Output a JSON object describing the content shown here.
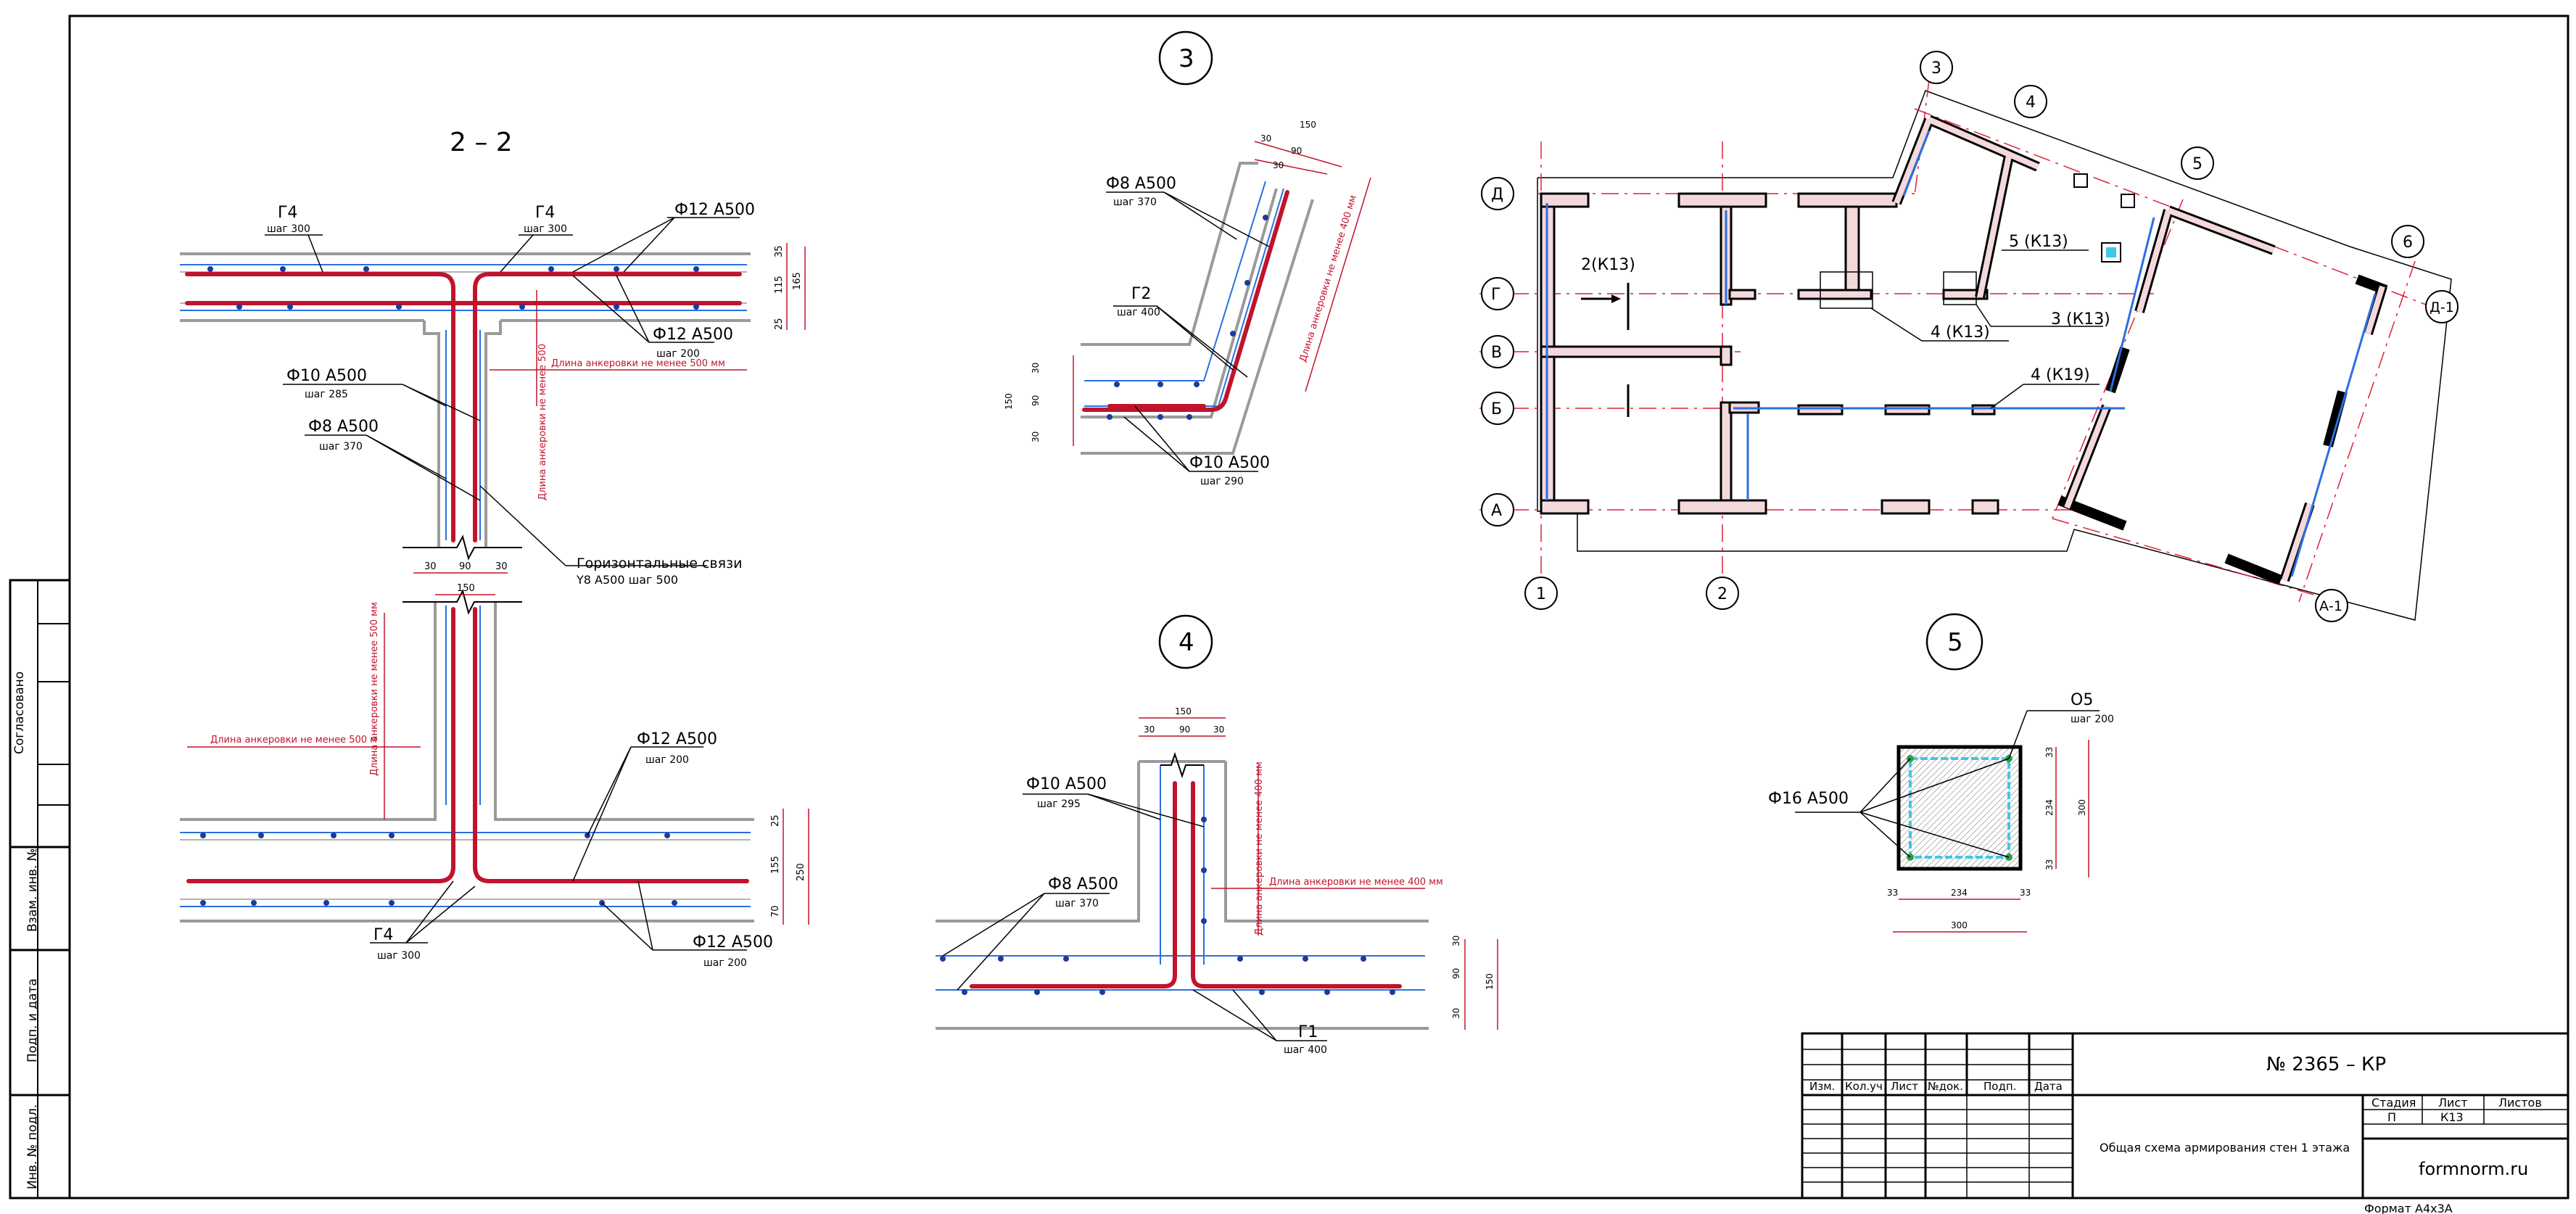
{
  "side_stamp": {
    "approved": "Согласовано",
    "inv_replaced": "Взам. инв. №",
    "sign_date": "Подп. и дата",
    "inv_orig": "Инв. № подл."
  },
  "section_2_2": {
    "title": "2 – 2",
    "top_g4_left": "Г4",
    "top_g4_left_step": "шаг 300",
    "top_g4_mid": "Г4",
    "top_g4_mid_step": "шаг 300",
    "top_phi12_a": "Ф12 А500",
    "top_phi12_b": "Ф12 А500",
    "top_phi12_b_step": "шаг 200",
    "anchor_h": "Длина анкеровки не менее 500 мм",
    "anchor_v": "Длина анкеровки не менее 500",
    "phi10": "Ф10 А500",
    "phi10_step": "шаг 285",
    "phi8": "Ф8 А500",
    "phi8_step": "шаг 370",
    "horiz_links_1": "Горизонтальные связи",
    "horiz_links_2": "Y8 А500 шаг 500",
    "dims_top": [
      "35",
      "115",
      "165",
      "25"
    ],
    "dims_wall": [
      "30",
      "90",
      "30"
    ],
    "dim_150": "150",
    "anchor_v2": "Длина анкеровки не менее 500 мм",
    "anchor_h2": "Длина анкеровки не менее 500 м",
    "bot_phi12_a": "Ф12 А500",
    "bot_phi12_a_step": "шаг 200",
    "bot_phi12_b": "Ф12 А500",
    "bot_phi12_b_step": "шаг 200",
    "bot_g4": "Г4",
    "bot_g4_step": "шаг 300",
    "dims_bot": [
      "25",
      "155",
      "70",
      "250"
    ]
  },
  "detail_3": {
    "num": "3",
    "phi8": "Ф8 А500",
    "phi8_step": "шаг 370",
    "g2": "Г2",
    "g2_step": "шаг 400",
    "phi10": "Ф10 А500",
    "phi10_step": "шаг 290",
    "anchor": "Длина анкеровки не менее 400 мм",
    "dims_top": [
      "30",
      "150",
      "90",
      "30"
    ],
    "dims_left": [
      "30",
      "90",
      "30",
      "150"
    ]
  },
  "detail_4": {
    "num": "4",
    "phi10": "Ф10 А500",
    "phi10_step": "шаг 295",
    "phi8": "Ф8 А500",
    "phi8_step": "шаг 370",
    "g1": "Г1",
    "g1_step": "шаг 400",
    "anchor_v": "Длина анкеровки не менее 400 мм",
    "anchor_h": "Длина анкеровки не менее 400 мм",
    "dims_top": [
      "150",
      "30",
      "90",
      "30"
    ],
    "dims_right": [
      "30",
      "90",
      "30",
      "150"
    ]
  },
  "plan": {
    "axes_letters": [
      "Д",
      "Г",
      "В",
      "Б",
      "А"
    ],
    "axes_numbers": [
      "1",
      "2",
      "3",
      "4",
      "5",
      "6"
    ],
    "axis_d1": "Д-1",
    "axis_a1": "А-1",
    "callout_2": "2(К13)",
    "callout_3": "3 (К13)",
    "callout_4": "4 (К13)",
    "callout_4b": "4 (К19)",
    "callout_5": "5 (К13)"
  },
  "detail_5": {
    "num": "5",
    "o5": "О5",
    "o5_step": "шаг 200",
    "phi16": "Ф16 А500",
    "dims_right": [
      "33",
      "234",
      "33",
      "300"
    ],
    "dims_bottom": [
      "33",
      "234",
      "33",
      "300"
    ]
  },
  "title_block": {
    "headers": [
      "Изм.",
      "Кол.уч",
      "Лист",
      "№док.",
      "Подп.",
      "Дата"
    ],
    "doc_number": "№ 2365 – КР",
    "sheet_title": "Общая схема армирования стен 1 этажа",
    "stage_label": "Стадия",
    "stage_value": "П",
    "sheet_label": "Лист",
    "sheet_value": "К13",
    "sheets_label": "Листов",
    "sheets_value": "",
    "company": "formnorm.ru",
    "format": "Формат А4х3А"
  },
  "colors": {
    "line": "#000000",
    "rebar_main": "#c0142c",
    "rebar_sec": "#2b6fe0",
    "wall": "#9a9a9a",
    "axis": "#e0203a",
    "hatch": "#3ec7e8"
  }
}
